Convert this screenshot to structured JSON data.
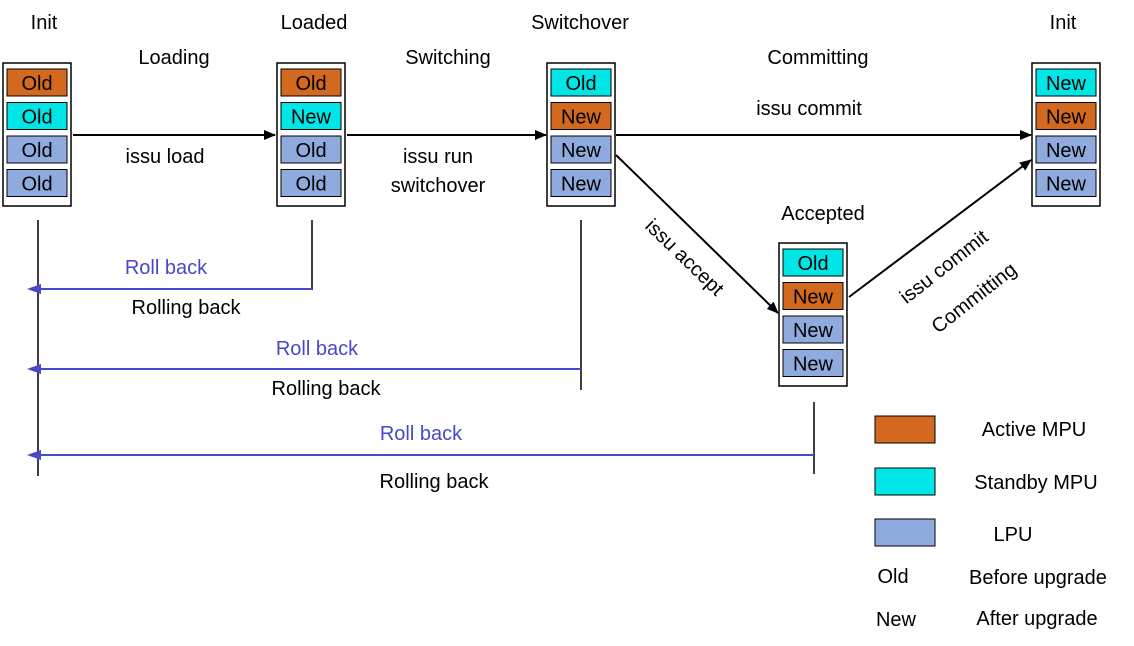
{
  "colors": {
    "active_mpu": "#d2691e",
    "standby_mpu": "#00e6e6",
    "lpu": "#8faadc",
    "rollback_line": "#4848c8",
    "black": "#000000"
  },
  "states": {
    "init_start": {
      "label": "Init",
      "cells": [
        {
          "text": "Old",
          "role": "active_mpu"
        },
        {
          "text": "Old",
          "role": "standby_mpu"
        },
        {
          "text": "Old",
          "role": "lpu"
        },
        {
          "text": "Old",
          "role": "lpu"
        }
      ]
    },
    "loaded": {
      "label": "Loaded",
      "cells": [
        {
          "text": "Old",
          "role": "active_mpu"
        },
        {
          "text": "New",
          "role": "standby_mpu"
        },
        {
          "text": "Old",
          "role": "lpu"
        },
        {
          "text": "Old",
          "role": "lpu"
        }
      ]
    },
    "switchover": {
      "label": "Switchover",
      "cells": [
        {
          "text": "Old",
          "role": "standby_mpu"
        },
        {
          "text": "New",
          "role": "active_mpu"
        },
        {
          "text": "New",
          "role": "lpu"
        },
        {
          "text": "New",
          "role": "lpu"
        }
      ]
    },
    "accepted": {
      "label": "Accepted",
      "cells": [
        {
          "text": "Old",
          "role": "standby_mpu"
        },
        {
          "text": "New",
          "role": "active_mpu"
        },
        {
          "text": "New",
          "role": "lpu"
        },
        {
          "text": "New",
          "role": "lpu"
        }
      ]
    },
    "init_end": {
      "label": "Init",
      "cells": [
        {
          "text": "New",
          "role": "standby_mpu"
        },
        {
          "text": "New",
          "role": "active_mpu"
        },
        {
          "text": "New",
          "role": "lpu"
        },
        {
          "text": "New",
          "role": "lpu"
        }
      ]
    }
  },
  "phases": {
    "loading": "Loading",
    "switching": "Switching",
    "committing_top": "Committing",
    "committing_diag": "Committing"
  },
  "commands": {
    "issu_load": "issu load",
    "issu_run_line1": "issu run",
    "issu_run_line2": "switchover",
    "issu_commit_top": "issu commit",
    "issu_accept": "issu accept",
    "issu_commit_diag": "issu commit"
  },
  "rollbacks": [
    {
      "roll": "Roll back",
      "rolling": "Rolling back"
    },
    {
      "roll": "Roll back",
      "rolling": "Rolling back"
    },
    {
      "roll": "Roll back",
      "rolling": "Rolling back"
    }
  ],
  "legend": {
    "active_mpu": "Active MPU",
    "standby_mpu": "Standby MPU",
    "lpu": "LPU",
    "old_key": "Old",
    "old_desc": "Before upgrade",
    "new_key": "New",
    "new_desc": "After upgrade"
  }
}
